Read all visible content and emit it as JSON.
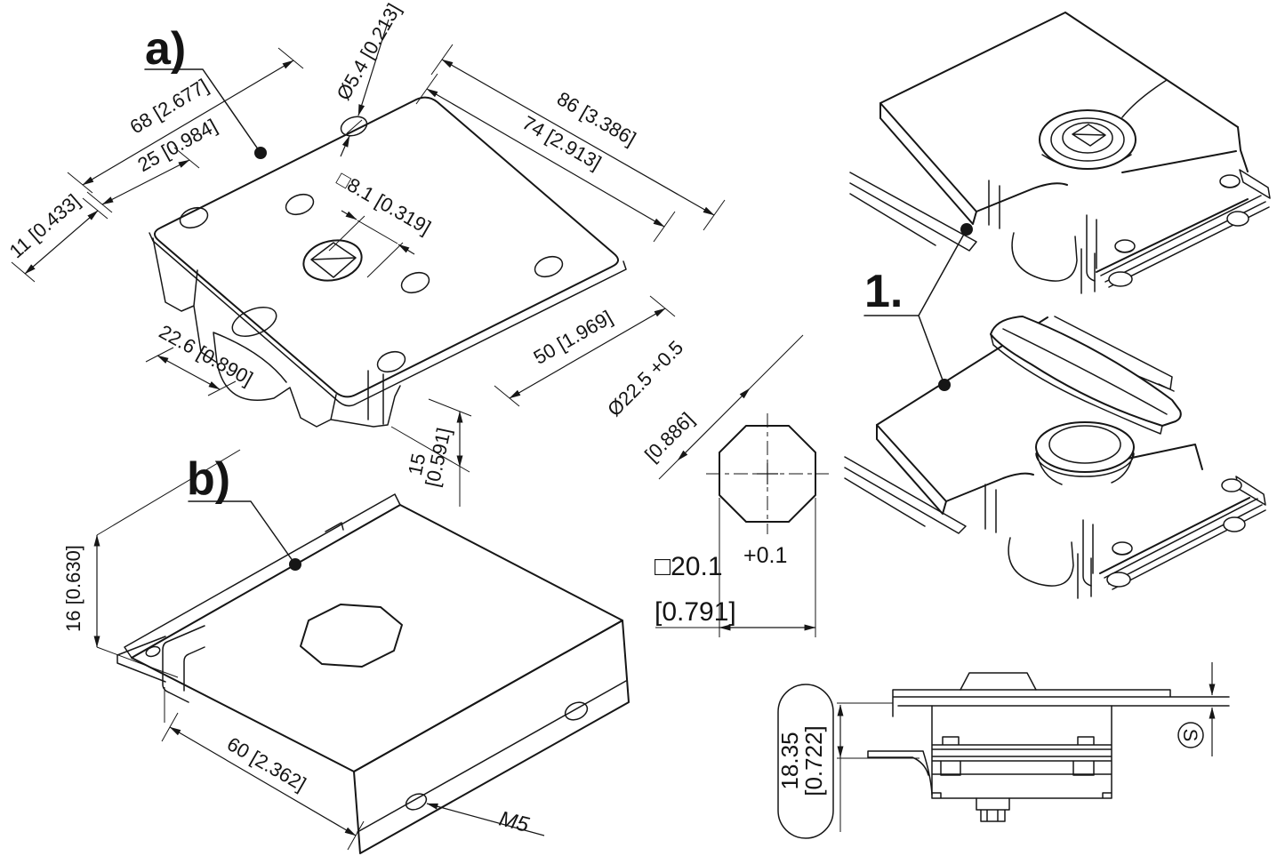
{
  "figure": {
    "background": "#ffffff",
    "ink": "#161616",
    "labels": {
      "view_a": "a)",
      "view_b": "b)",
      "item_1": "1."
    },
    "dims_a": {
      "width_outer": "68 [2.677]",
      "hole_offset": "25 [0.984]",
      "edge_offset": "11 [0.433]",
      "hole_dia": "Ø5.4 [0.213]",
      "length_outer": "86 [3.386]",
      "hole_spacing_long": "74 [2.913]",
      "square_hole": "□8.1 [0.319]",
      "latch_depth": "22.6 [0.890]",
      "hole_spacing_short": "50 [1.969]",
      "throw_mm": "15",
      "throw_in": "[0.591]"
    },
    "dims_detail": {
      "dia": "Ø22.5 +0.5",
      "dia_in": "[0.886]",
      "square": "□20.1",
      "square_tol": "+0.1",
      "square_in": "[0.791]"
    },
    "dims_b": {
      "height": "16 [0.630]",
      "width": "60 [2.362]",
      "thread": "M5"
    },
    "dims_side": {
      "grip_mm": "18.35",
      "grip_in": "[0.722]",
      "panel_thickness": "S"
    }
  }
}
